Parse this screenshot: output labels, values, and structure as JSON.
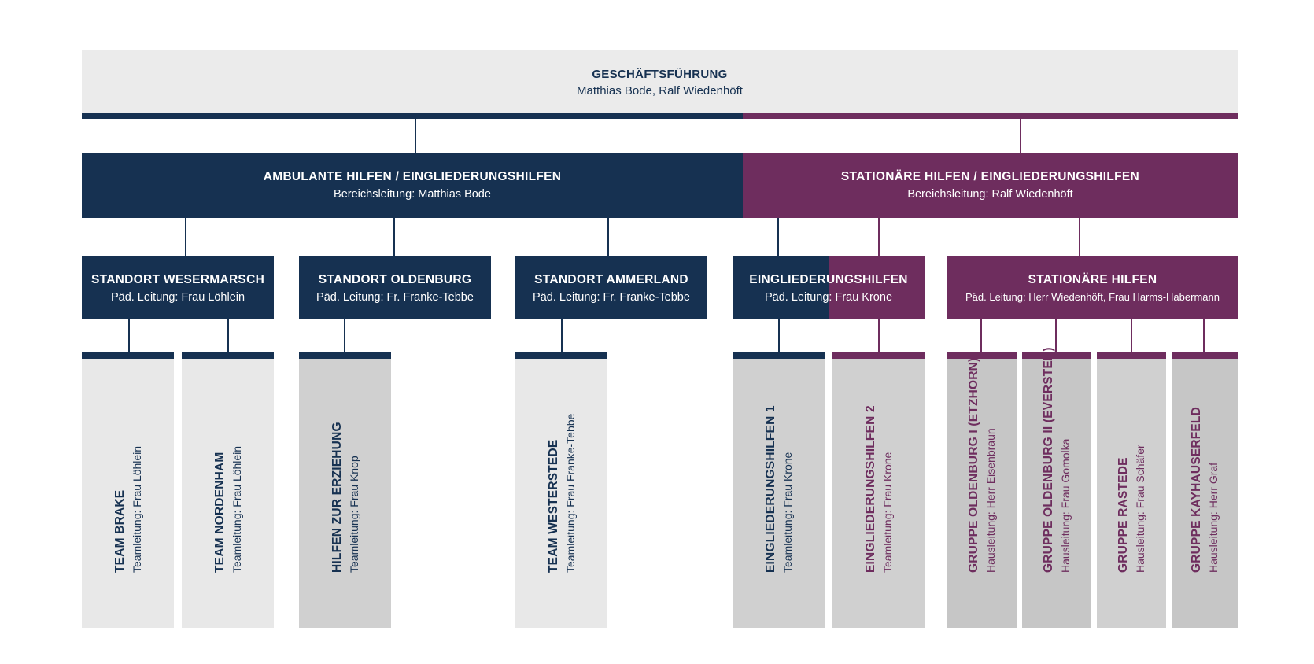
{
  "colors": {
    "navy": "#163151",
    "plum": "#6e2d5e",
    "light_gray": "#ebebeb",
    "card_gray": "#e8e8e8",
    "card_dark": "#d0d0d0"
  },
  "management": {
    "title": "GESCHÄFTSFÜHRUNG",
    "names": "Matthias Bode, Ralf Wiedenhöft"
  },
  "divisions": [
    {
      "title": "AMBULANTE HILFEN / EINGLIEDERUNGSHILFEN",
      "lead": "Bereichsleitung: Matthias Bode"
    },
    {
      "title": "STATIONÄRE HILFEN / EINGLIEDERUNGSHILFEN",
      "lead": "Bereichsleitung: Ralf Wiedenhöft"
    }
  ],
  "locations": [
    {
      "title": "STANDORT WESERMARSCH",
      "lead": "Päd. Leitung: Frau Löhlein"
    },
    {
      "title": "STANDORT OLDENBURG",
      "lead": "Päd. Leitung: Fr. Franke-Tebbe"
    },
    {
      "title": "STANDORT AMMERLAND",
      "lead": "Päd. Leitung: Fr. Franke-Tebbe"
    },
    {
      "title": "EINGLIEDERUNGSHILFEN",
      "lead": "Päd. Leitung: Frau Krone"
    },
    {
      "title": "STATIONÄRE HILFEN",
      "lead": "Päd. Leitung: Herr Wiedenhöft, Frau Harms-Habermann"
    }
  ],
  "teams": [
    {
      "title": "TEAM BRAKE",
      "lead": "Teamleitung: Frau Löhlein"
    },
    {
      "title": "TEAM NORDENHAM",
      "lead": "Teamleitung: Frau Löhlein"
    },
    {
      "title": "HILFEN ZUR ERZIEHUNG",
      "lead": "Teamleitung: Frau Knop"
    },
    {
      "title": "TEAM WESTERSTEDE",
      "lead": "Teamleitung: Frau Franke-Tebbe"
    },
    {
      "title": "EINGLIEDERUNGSHILFEN 1",
      "lead": "Teamleitung: Frau Krone"
    },
    {
      "title": "EINGLIEDERUNGSHILFEN 2",
      "lead": "Teamleitung: Frau Krone"
    },
    {
      "title": "GRUPPE OLDENBURG I (ETZHORN)",
      "lead": "Hausleitung: Herr Eisenbraun"
    },
    {
      "title": "GRUPPE OLDENBURG II (EVERSTEN)",
      "lead": "Hausleitung: Frau Gomolka"
    },
    {
      "title": "GRUPPE RASTEDE",
      "lead": "Hausleitung: Frau Schäfer"
    },
    {
      "title": "GRUPPE KAYHAUSERFELD",
      "lead": "Hausleitung: Herr Graf"
    }
  ]
}
